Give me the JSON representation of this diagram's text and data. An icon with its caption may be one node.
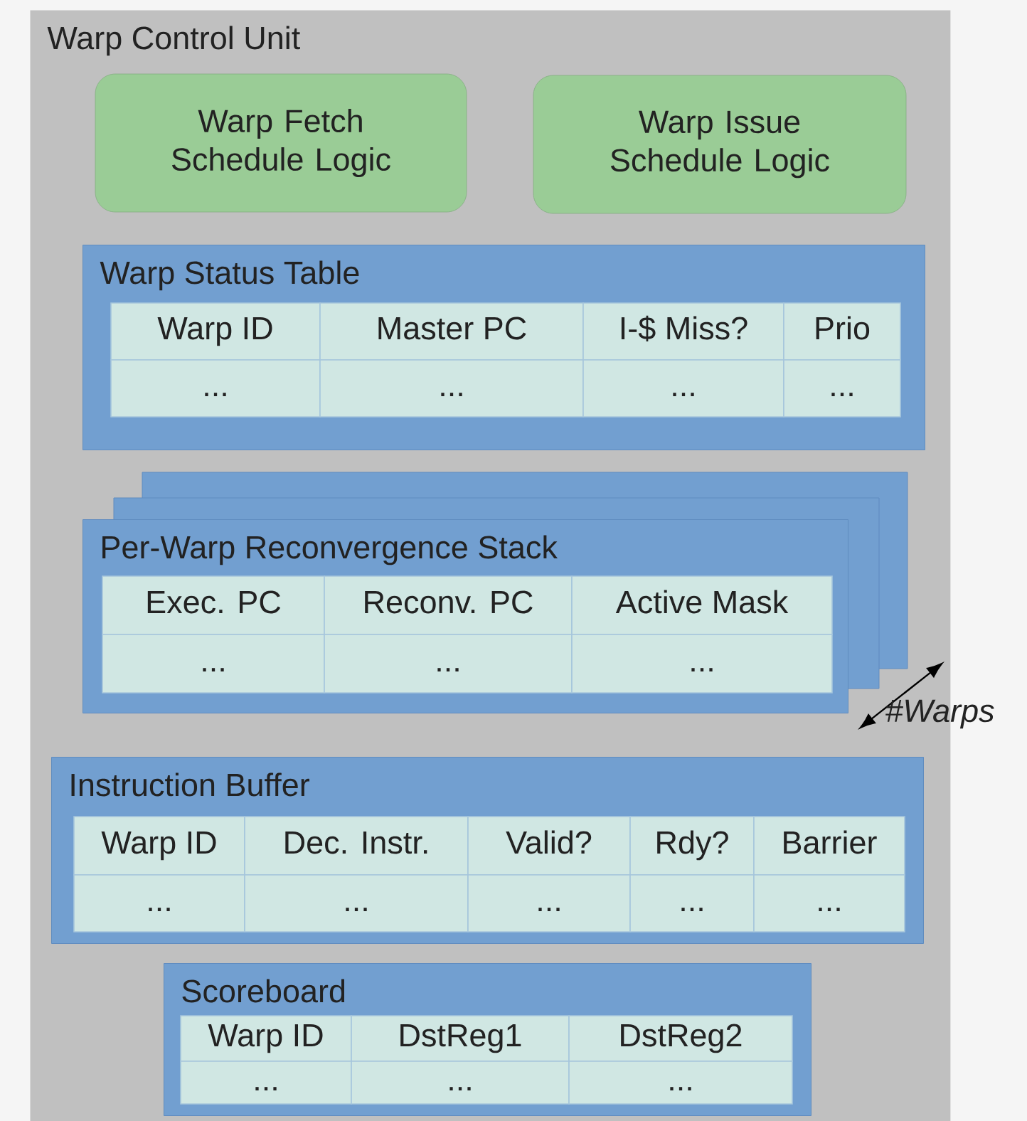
{
  "diagram": {
    "nodes": [
      {
        "text": [
          "Warp Control Unit"
        ]
      },
      {
        "text": [
          "Warp Fetch Schedule Logic"
        ],
        "in": 0
      },
      {
        "text": [
          "Warp Issue Schedule Logic"
        ],
        "in": 0
      },
      {
        "text": [
          "Warp Status Table"
        ],
        "in": 0
      },
      {
        "text": [
          "Warp ID"
        ],
        "in": 3
      },
      {
        "text": [
          "Master PC"
        ],
        "in": 3
      },
      {
        "text": [
          "I-$ Miss?"
        ],
        "in": 3
      },
      {
        "text": [
          "Prio"
        ],
        "in": 3
      },
      {
        "text": [
          "..."
        ],
        "in": 3
      },
      {
        "text": [
          "..."
        ],
        "in": 3
      },
      {
        "text": [
          "..."
        ],
        "in": 3
      },
      {
        "text": [
          "..."
        ],
        "in": 3
      },
      {
        "text": [
          "Per-Warp Reconvergence Stack"
        ],
        "in": 0
      },
      {
        "text": [
          "Exec. PC"
        ],
        "in": 12
      },
      {
        "text": [
          "Reconv. PC"
        ],
        "in": 12
      },
      {
        "text": [
          "Active Mask"
        ],
        "in": 12
      },
      {
        "text": [
          "..."
        ],
        "in": 12
      },
      {
        "text": [
          "..."
        ],
        "in": 12
      },
      {
        "text": [
          "..."
        ],
        "in": 12
      },
      {
        "text": [
          "Instruction Buffer"
        ],
        "in": 0
      },
      {
        "text": [
          "Warp ID"
        ],
        "in": 19
      },
      {
        "text": [
          "Dec. Instr."
        ],
        "in": 19
      },
      {
        "text": [
          "Valid?"
        ],
        "in": 19
      },
      {
        "text": [
          "Rdy?"
        ],
        "in": 19
      },
      {
        "text": [
          "Barrier"
        ],
        "in": 19
      },
      {
        "text": [
          "..."
        ],
        "in": 19
      },
      {
        "text": [
          "..."
        ],
        "in": 19
      },
      {
        "text": [
          "..."
        ],
        "in": 19
      },
      {
        "text": [
          "..."
        ],
        "in": 19
      },
      {
        "text": [
          "..."
        ],
        "in": 19
      },
      {
        "text": [
          "Scoreboard"
        ],
        "in": 0
      },
      {
        "text": [
          "Warp ID"
        ],
        "in": 30
      },
      {
        "text": [
          "DstReg1"
        ],
        "in": 30
      },
      {
        "text": [
          "DstReg2"
        ],
        "in": 30
      },
      {
        "text": [
          "..."
        ],
        "in": 30
      },
      {
        "text": [
          "..."
        ],
        "in": 30
      },
      {
        "text": [
          "..."
        ],
        "in": 30
      }
    ],
    "labels": [
      "#Warps"
    ]
  }
}
